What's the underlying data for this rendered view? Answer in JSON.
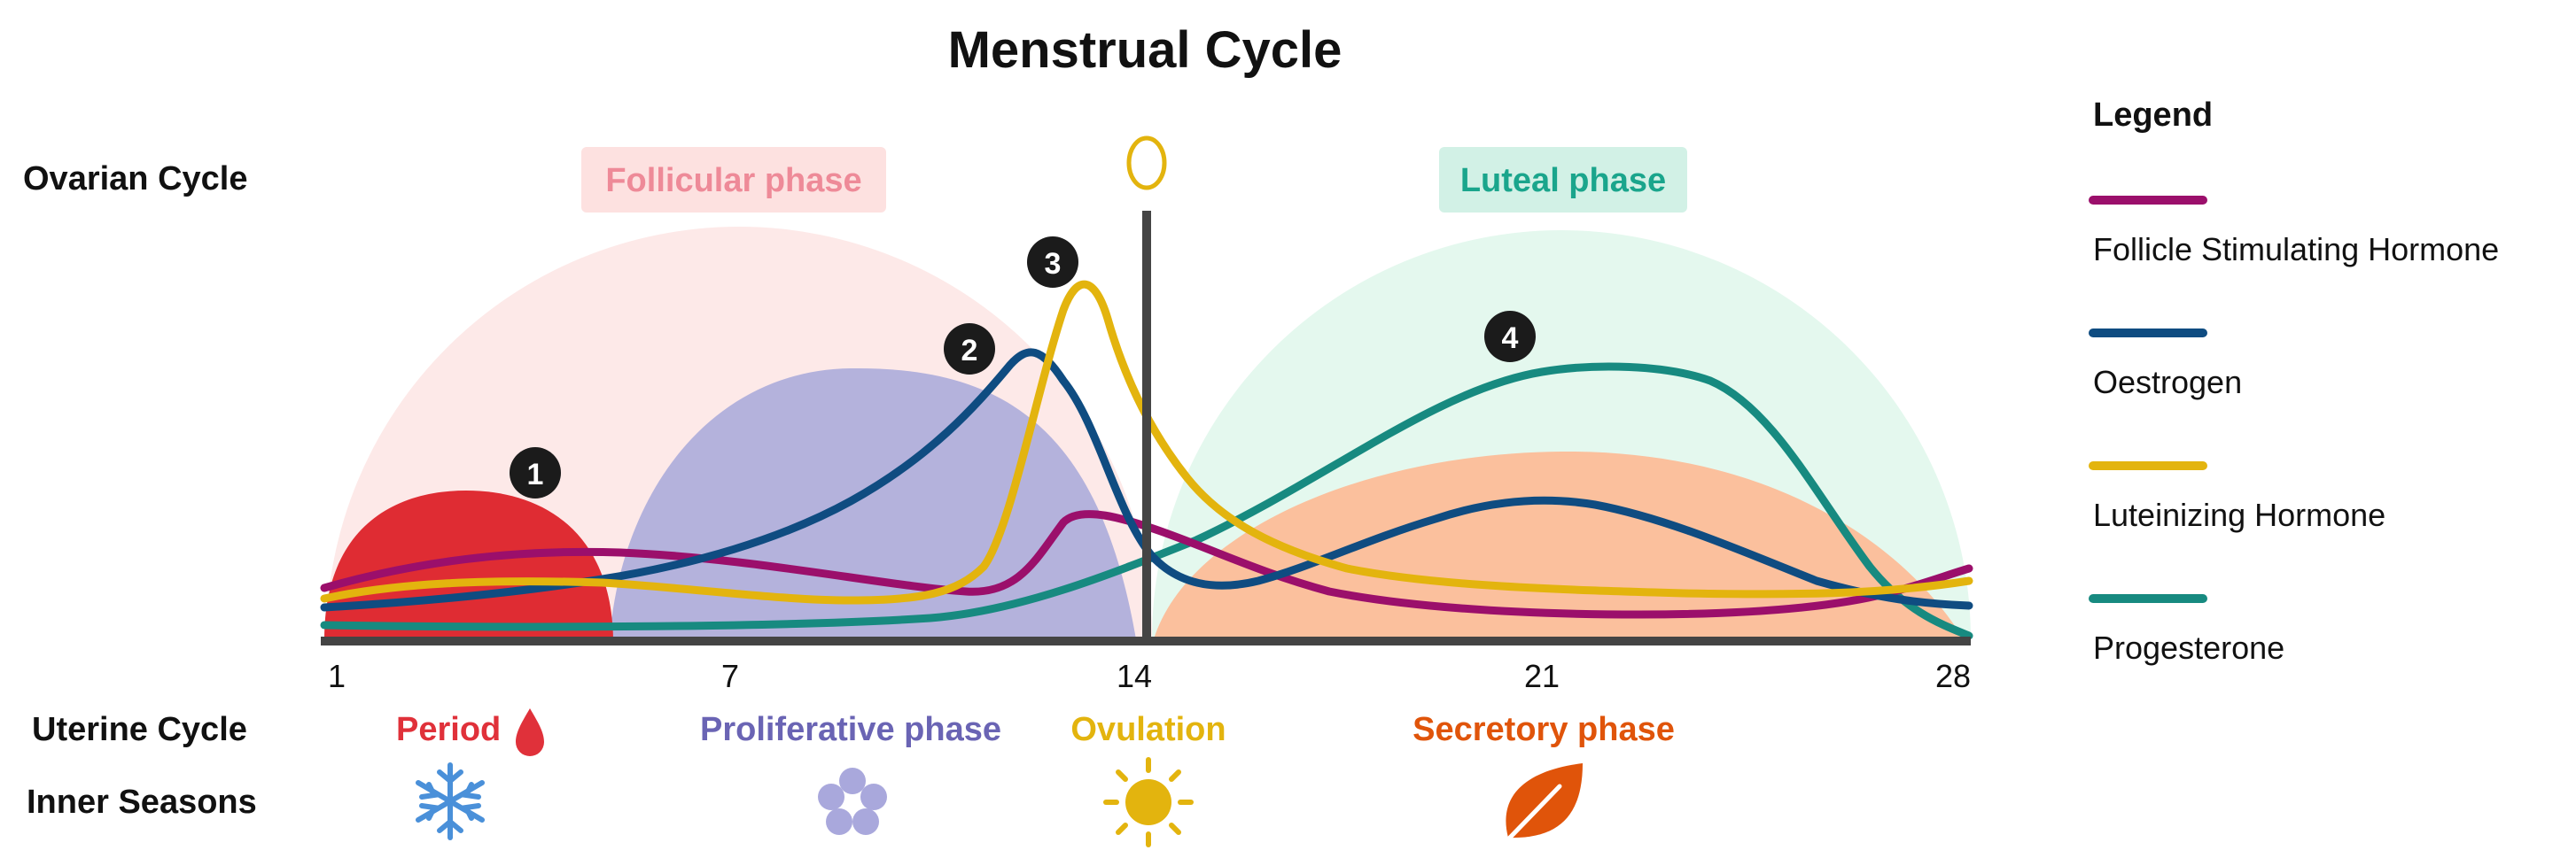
{
  "title": "Menstrual Cycle",
  "row_labels": {
    "ovarian": "Ovarian Cycle",
    "uterine": "Uterine Cycle",
    "seasons": "Inner Seasons"
  },
  "phases": {
    "follicular": "Follicular phase",
    "luteal": "Luteal phase"
  },
  "x_ticks": [
    "1",
    "7",
    "14",
    "21",
    "28"
  ],
  "uterine_phases": [
    {
      "label": "Period",
      "color": "#e0313a"
    },
    {
      "label": "Proliferative phase",
      "color": "#6a64b4"
    },
    {
      "label": "Ovulation",
      "color": "#e3b40e"
    },
    {
      "label": "Secretory phase",
      "color": "#e0540a"
    }
  ],
  "season_icons": [
    "snowflake-icon",
    "flower-icon",
    "sun-icon",
    "leaf-icon"
  ],
  "markers": [
    "1",
    "2",
    "3",
    "4"
  ],
  "legend": {
    "title": "Legend",
    "items": [
      {
        "label": "Follicle Stimulating Hormone",
        "color": "#9b0f6b"
      },
      {
        "label": "Oestrogen",
        "color": "#0f4c81"
      },
      {
        "label": "Luteinizing Hormone",
        "color": "#e3b40e"
      },
      {
        "label": "Progesterone",
        "color": "#178a80"
      }
    ]
  },
  "colors": {
    "follicular_bg": "#fde9e8",
    "luteal_bg": "#e4f8ee",
    "proliferative_fill": "#b4b2dc",
    "period_fill": "#df2c33",
    "secretory_fill": "#fbc09d",
    "axis": "#444444"
  }
}
